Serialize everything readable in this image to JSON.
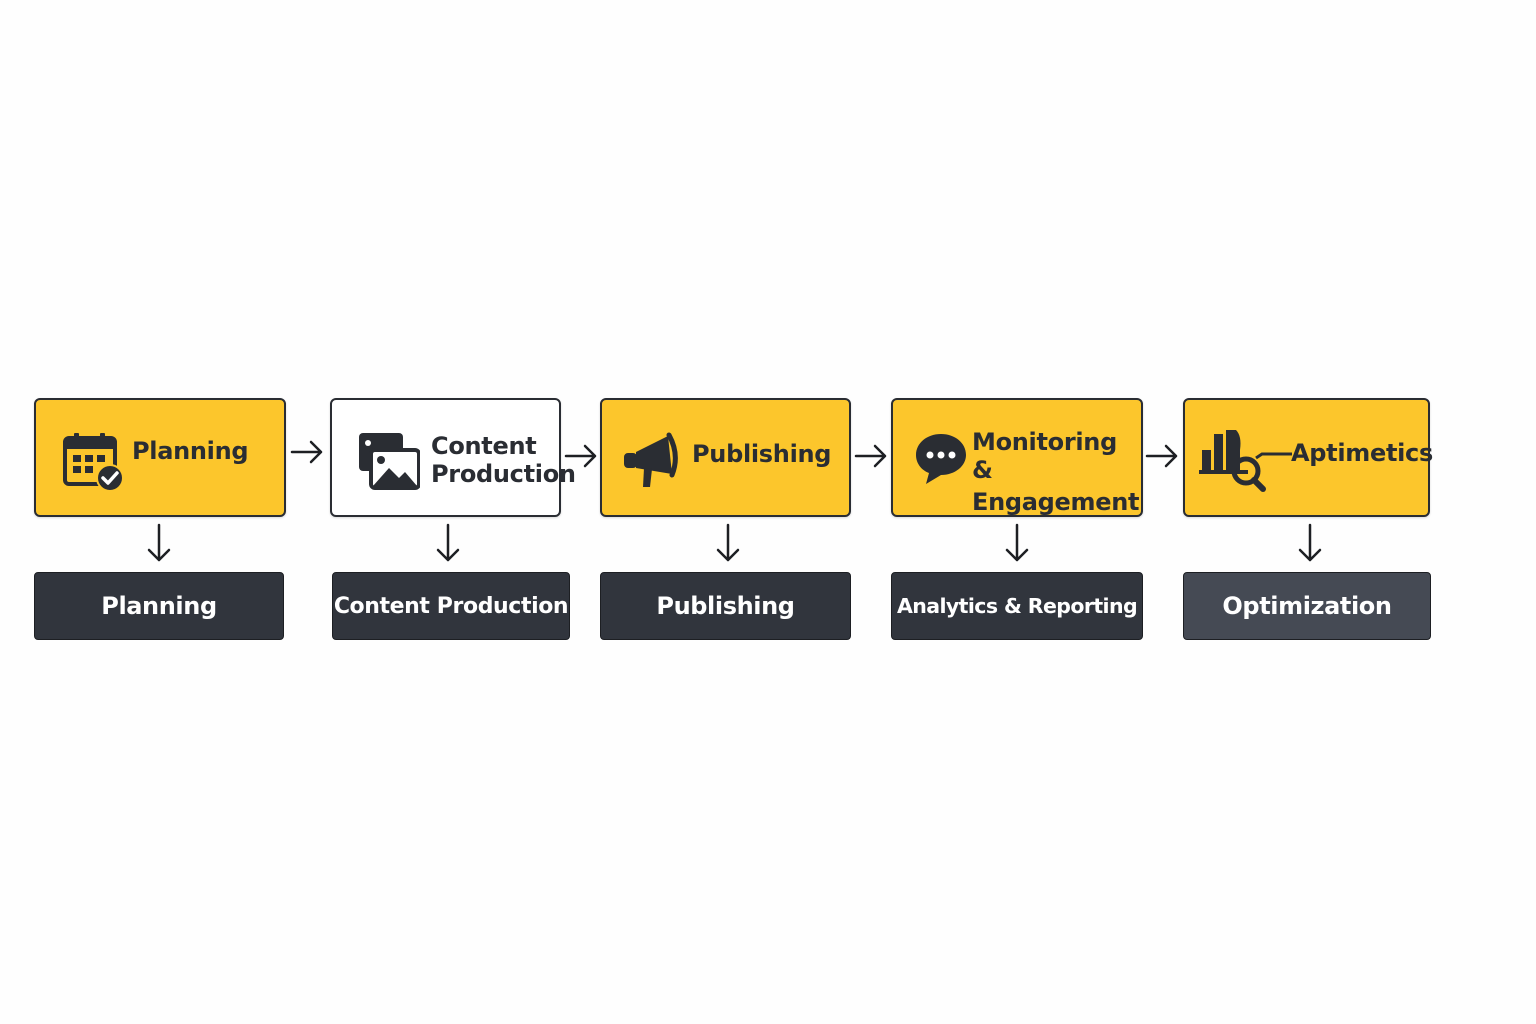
{
  "stages": [
    {
      "label": "Planning",
      "icon": "calendar-check-icon",
      "output": "Planning"
    },
    {
      "label_line1": "Content",
      "label_line2": "Production",
      "icon": "images-icon",
      "output": "Content Production"
    },
    {
      "label": "Publishing",
      "icon": "megaphone-icon",
      "output": "Publishing"
    },
    {
      "label_line1": "Monitoring &",
      "label_line2": "Engagement",
      "icon": "chat-bubble-icon",
      "output": "Analytics & Reporting"
    },
    {
      "label": "Aptimetics",
      "icon": "chart-search-icon",
      "output": "Optimization"
    }
  ],
  "colors": {
    "accent": "#fcc62c",
    "dark_box": "#31353d",
    "text_dark": "#2a2d33"
  }
}
